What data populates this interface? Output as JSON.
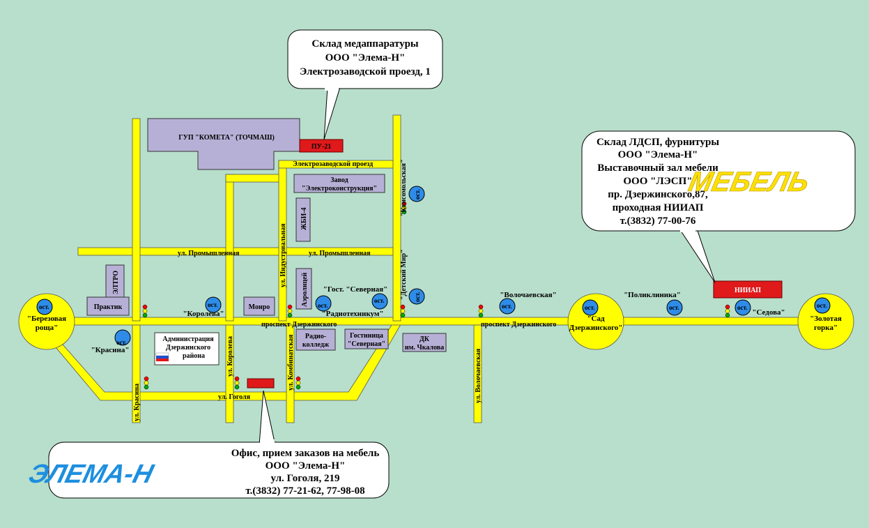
{
  "callouts": {
    "warehouse_med": [
      "Склад медаппаратуры",
      "ООО \"Элема-Н\"",
      "Электрозаводской проезд, 1"
    ],
    "furniture": [
      "Склад ЛДСП, фурнитуры",
      "ООО \"Элема-Н\"",
      "Выставочный зал мебели",
      "ООО \"ЛЭСП\"",
      "пр. Дзержинского,87,",
      "проходная НИИАП",
      "т.(3832) 77-00-76"
    ],
    "office": [
      "Офис, прием заказов на мебель",
      "ООО \"Элема-Н\"",
      "ул. Гоголя, 219",
      "т.(3832) 77-21-62, 77-98-08"
    ]
  },
  "logos": {
    "mebel": "МЕБЕЛЬ",
    "elema": "ЭЛЕМА-Н"
  },
  "buildings": {
    "kometa": "ГУП \"КОМЕТА\" (ТОЧМАШ)",
    "pu21": "ПУ-21",
    "zavod": [
      "Завод",
      "\"Электроконструкция\""
    ],
    "zhbi": "ЖБИ-4",
    "eltro": "ЭЛТРО",
    "praktik": "Практик",
    "monro": "Монро",
    "aeroliceum": "Аэролицей",
    "radiocollege": [
      "Радио-",
      "колледж"
    ],
    "hotel": [
      "Гостиница",
      "\"Северная\""
    ],
    "dk": [
      "ДК",
      "им. Чкалова"
    ],
    "admin": [
      "Администрация",
      "Дзержинского",
      "района"
    ],
    "niiap": "НИИАП"
  },
  "streets": {
    "electrozavod": "Электрозаводской проезд",
    "prom_left": "ул. Промышленная",
    "prom_right": "ул. Промышленная",
    "industrial": "ул. Индустриальная",
    "komsomol": "\"Комсомольская\"",
    "detsky_mir": "\"Детский Мир\"",
    "dzerzh_left": "проспект Дзержинского",
    "dzerzh_right": "проспект Дзержинского",
    "korolev": "ул. Королева",
    "kombinat": "ул. Комбинатская",
    "krasina": "ул. Красина",
    "gogolya": "ул. Гоголя",
    "volochaev": "ул. Волочаевская"
  },
  "stop_label": "ост.",
  "stops": {
    "berezovaya": [
      "\"Березовая",
      "роща\""
    ],
    "koroleva": "\"Королева\"",
    "krasina": "\"Красина\"",
    "radiotech": "\"Радиотехникум\"",
    "hotel_sev": "\"Гост. \"Северная\"",
    "volochaev": "\"Волочаевская\"",
    "sad": [
      "\"Сад",
      "Дзержинского\""
    ],
    "poliklinika": "\"Поликлиника\"",
    "sedova": "\"Седова\"",
    "zolotaya": [
      "\"Золотая",
      "горка\""
    ]
  },
  "colors": {
    "background": "#b8dfcc",
    "road": "#ffff00",
    "building": "#b7b0d6",
    "target": "#e0191b",
    "stop": "#2e8ce8",
    "mebel_logo": "#ffe000",
    "elema_logo": "#1e8fde"
  }
}
